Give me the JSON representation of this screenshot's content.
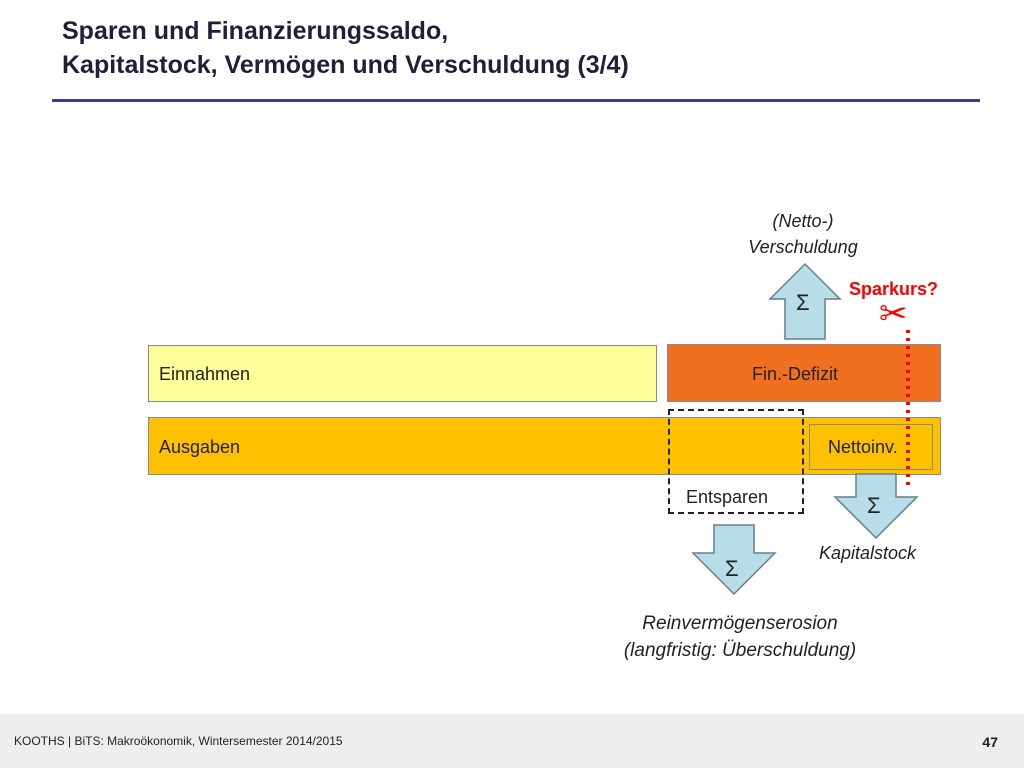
{
  "slide": {
    "title_line1": "Sparen und Finanzierungssaldo,",
    "title_line2": "Kapitalstock, Vermögen und Verschuldung (3/4)"
  },
  "diagram": {
    "einnahmen": "Einnahmen",
    "fin_defizit": "Fin.-Defizit",
    "ausgaben": "Ausgaben",
    "nettoinv": "Nettoinv.",
    "entsparen": "Entsparen",
    "verschuldung_line1": "(Netto-)",
    "verschuldung_line2": "Verschuldung",
    "sparkurs": "Sparkurs?",
    "kapitalstock": "Kapitalstock",
    "erosion_line1": "Reinvermögenserosion",
    "erosion_line2": "(langfristig: Überschuldung)",
    "sigma": "Σ",
    "scissors": "✂",
    "colors": {
      "einnahmen": "#ffff99",
      "fin_defizit": "#f07020",
      "ausgaben": "#ffc000",
      "arrow_fill": "#b7dde8",
      "sparkurs_red": "#ff0000",
      "title_rule": "#3a3d8f"
    }
  },
  "footer": {
    "text": "KOOTHS | BiTS: Makroökonomik, Wintersemester 2014/2015",
    "page": "47"
  }
}
